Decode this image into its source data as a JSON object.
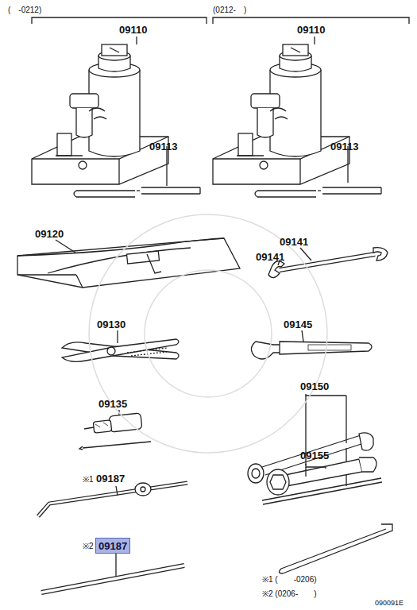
{
  "diagram": {
    "nodes": [
      {
        "text": [
          "09187"
        ]
      }
    ],
    "labels": [
      "(　-0212)",
      "(0212-　)",
      "09110",
      "09113",
      "09110",
      "09113",
      "09120",
      "09141",
      "09141",
      "09130",
      "09145",
      "09135",
      "09150",
      "※1",
      "09187",
      "09155",
      "※2",
      "※1 (　　-0206)",
      "※2 (0206-　　)",
      "090091E"
    ]
  }
}
